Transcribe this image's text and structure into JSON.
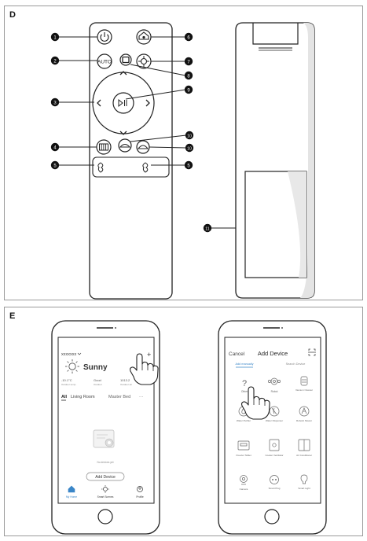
{
  "panels": {
    "d": {
      "label": "D"
    },
    "e": {
      "label": "E"
    }
  },
  "remote": {
    "auto_label": "AUTO",
    "callouts": [
      "1",
      "2",
      "3",
      "4",
      "5",
      "5",
      "6",
      "7",
      "8",
      "9",
      "10",
      "10",
      "11"
    ]
  },
  "app_home": {
    "account": "xxxxxxx",
    "weather": "Sunny",
    "stats": [
      {
        "value": "-10.1°C",
        "caption": "Outdoor temp."
      },
      {
        "value": "Good",
        "caption": "Outdoor"
      },
      {
        "value": "1013.2",
        "caption": "Outdoor air"
      }
    ],
    "rooms": [
      "All",
      "Living Room",
      "Master Bed",
      "···"
    ],
    "empty_text": "No devices yet",
    "add_button": "Add Device",
    "nav": [
      "My Home",
      "Smart Scenes",
      "Profile"
    ]
  },
  "app_add": {
    "cancel": "Cancel",
    "title": "Add Device",
    "tabs": [
      "Add manually",
      "Search Device"
    ],
    "devices": [
      "Other",
      "Robot",
      "Vacuum Cleaner",
      "Water Purifier",
      "Water Dispenser",
      "Robotic Mower",
      "Freezer Tablet",
      "Cooker Ventilator",
      "Air Conditioner",
      "Camera",
      "Smart Plug",
      "Smart Light"
    ]
  }
}
